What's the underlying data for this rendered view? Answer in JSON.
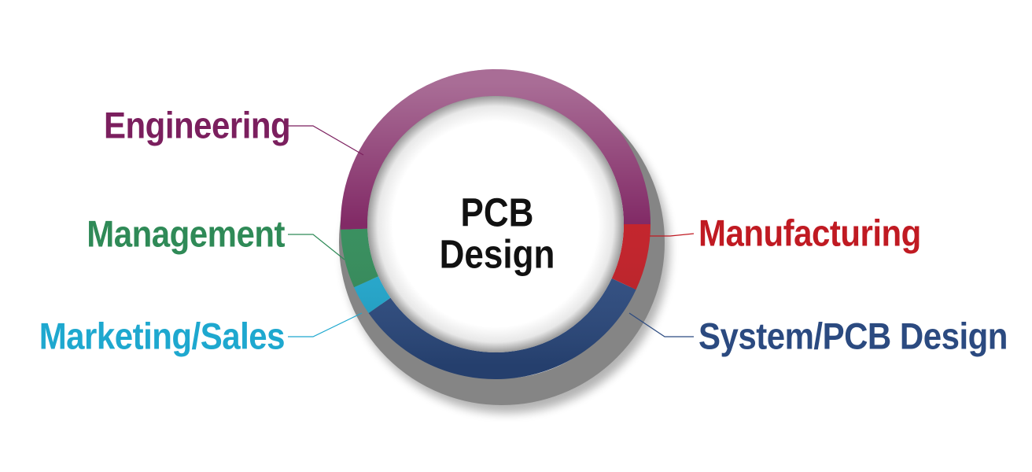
{
  "center": {
    "line1": "PCB",
    "line2": "Design"
  },
  "segments": [
    {
      "id": "engineering",
      "label": "Engineering",
      "color": "#7b1f5e",
      "side": "left"
    },
    {
      "id": "management",
      "label": "Management",
      "color": "#2f8a57",
      "side": "left"
    },
    {
      "id": "marketing",
      "label": "Marketing/Sales",
      "color": "#1ea8cf",
      "side": "left"
    },
    {
      "id": "manufacturing",
      "label": "Manufacturing",
      "color": "#c01a22",
      "side": "right"
    },
    {
      "id": "system",
      "label": "System/PCB Design",
      "color": "#2b4a80",
      "side": "right"
    }
  ],
  "colors": {
    "ring_shadow": "#1a1a1a",
    "background": "#ffffff"
  }
}
